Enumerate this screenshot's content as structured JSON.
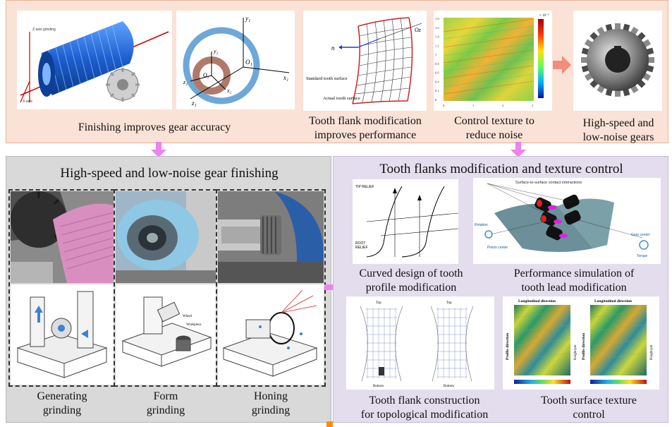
{
  "top": {
    "finishing_caption": "Finishing  improves gear accuracy",
    "modification_caption": "Tooth flank modification\nimproves performance",
    "texture_caption": "Control texture to\nreduce noise",
    "gear_caption": "High-speed and\nlow-noise gears",
    "grinding_labels": {
      "axis_a": "Z-axis grinding",
      "axis_b": "X-axis"
    },
    "coord_labels": {
      "y1": "y₁",
      "x1": "x₁",
      "z1": "z₁",
      "o1": "O₁",
      "y2": "y₂",
      "x2": "x₂",
      "z2": "z₂",
      "o2": "O₂"
    },
    "surface_labels": {
      "standard": "Standard tooth surface",
      "actual": "Actual tooth surface",
      "n": "n",
      "oz": "Oz"
    },
    "colorbar_scale": "× 10⁻³",
    "texture_yticks": [
      "1.8",
      "1.6",
      "1.4",
      "1.2",
      "1",
      "0.8",
      "0.6",
      "0.4",
      "0.2",
      "0"
    ],
    "texture_xticks": [
      "0",
      "",
      "1",
      "",
      "2",
      "",
      "3"
    ]
  },
  "left": {
    "title": "High-speed and low-noise gear finishing",
    "methods": [
      {
        "caption": "Generating\ngrinding"
      },
      {
        "caption": "Form\ngrinding"
      },
      {
        "caption": "Honing\ngrinding"
      }
    ],
    "form_labels": {
      "wheel": "Wheel",
      "workpiece": "Workpiece"
    }
  },
  "right": {
    "title": "Tooth flanks modification and texture control",
    "profile_caption": "Curved design of tooth\nprofile modification",
    "lead_caption": "Performance simulation of\ntooth lead modification",
    "topo_caption": "Tooth flank construction\nfor topological modification",
    "texture_caption": "Tooth surface texture\ncontrol",
    "profile_labels": {
      "tip": "TIP RELIEF",
      "root": "ROOT\nRELIEF"
    },
    "lead_labels": {
      "contact": "Surface-to-surface contact interactions",
      "rotation": "Rotation",
      "pinion": "Pinion center",
      "gear": "Gear center",
      "torque": "Torque"
    },
    "topo_labels": {
      "top": "Top",
      "bottom": "Bottom"
    },
    "texture_labels": {
      "longitudinal": "Longitudinal direction",
      "profile": "Profile direction",
      "unit": "Height/μm"
    }
  },
  "colors": {
    "top_bg": "#fbe2d6",
    "left_bg": "#d9d9d9",
    "right_bg": "#e3ddee",
    "arrow_pink": "#ee82ee",
    "arrow_salmon": "#f28c7c",
    "wheel_blue": "#2f6fd6",
    "orange_marker": "#ff8c00"
  }
}
